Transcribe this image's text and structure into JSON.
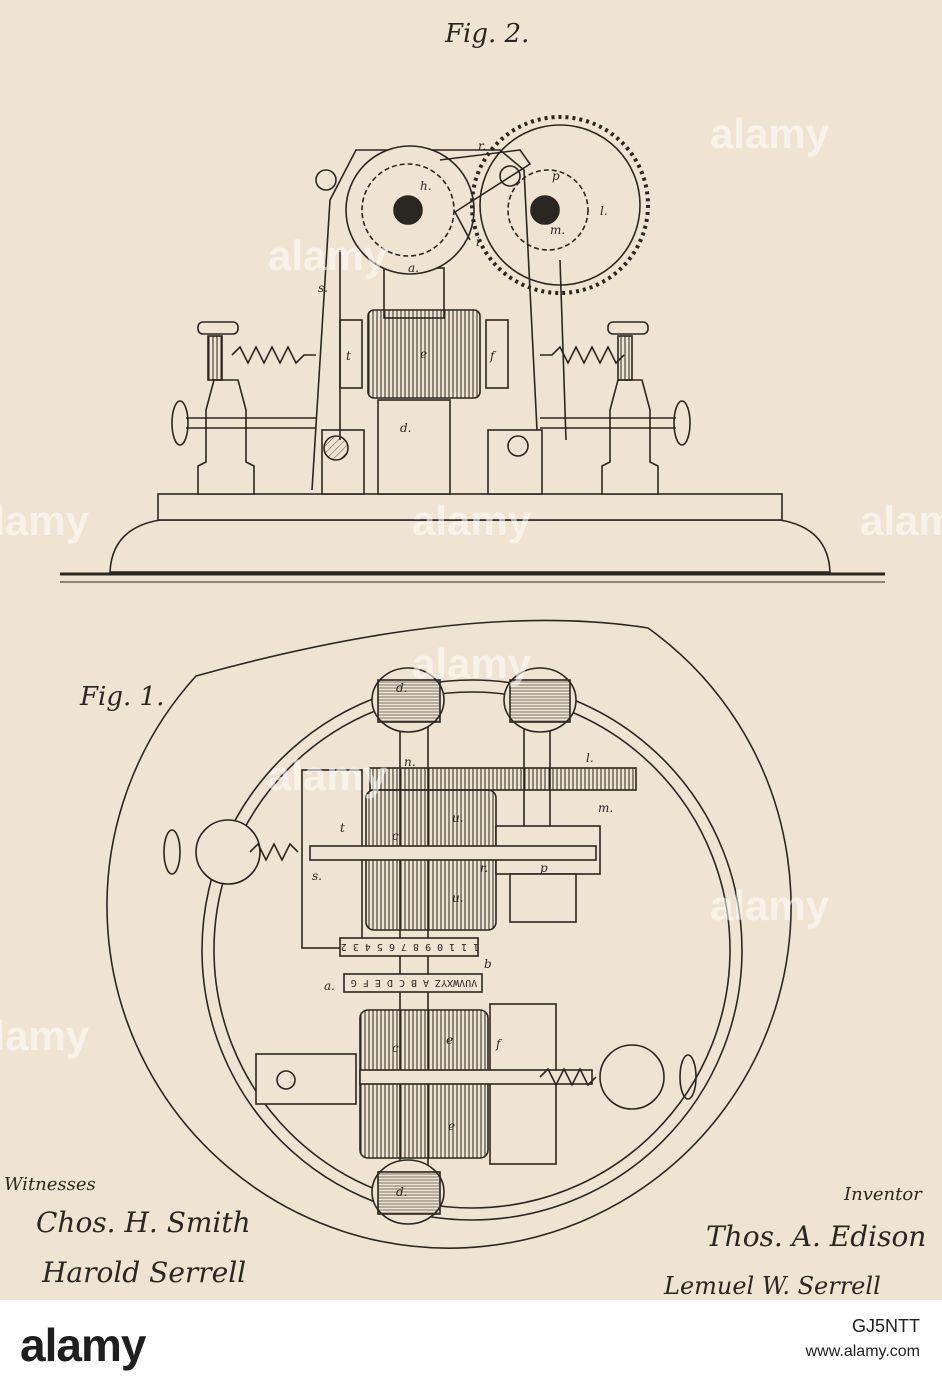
{
  "figures": {
    "fig2_title": "Fig. 2.",
    "fig1_title": "Fig. 1."
  },
  "part_labels": {
    "a": "a.",
    "b": "b",
    "c": "c",
    "d": "d.",
    "e": "e",
    "f": "f",
    "h": "h.",
    "i": "i",
    "l": "l.",
    "m": "m.",
    "n": "n.",
    "p": "p",
    "r": "r.",
    "s": "s.",
    "t": "t",
    "u": "u."
  },
  "type_wheels": {
    "numerals": "1 1 1 0 9 8 7 6 5 4 3 2",
    "letters": "VUVWXYZ A B C D E F G"
  },
  "signatures": {
    "witnesses_label": "Witnesses",
    "witness_1": "Chos. H. Smith",
    "witness_2": "Harold Serrell",
    "inventor_label": "Inventor",
    "inventor_name": "Thos. A. Edison",
    "attorney": "Lemuel W. Serrell"
  },
  "watermark": "alamy",
  "footer": {
    "logo": "alamy",
    "image_id": "GJ5NTT",
    "site": "www.alamy.com"
  },
  "colors": {
    "paper": "#efe4d2",
    "ink": "#2a2622"
  }
}
